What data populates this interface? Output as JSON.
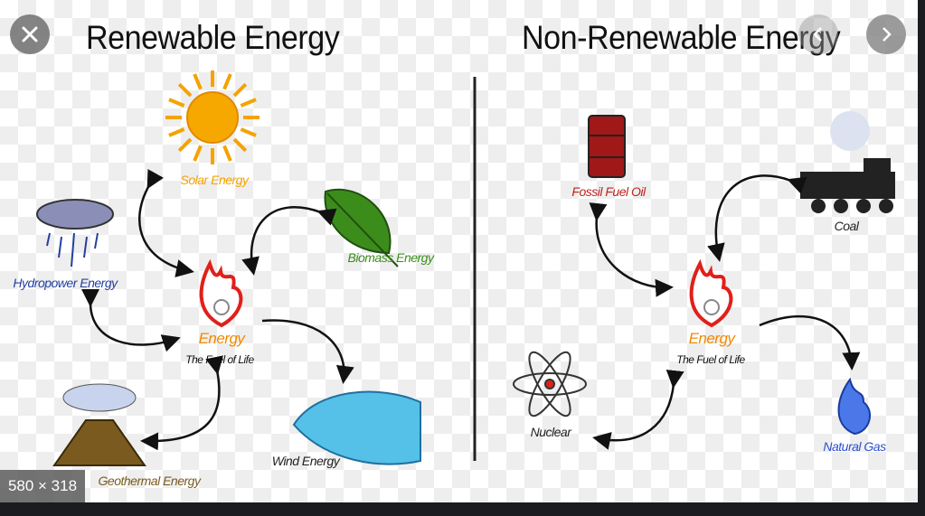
{
  "viewer": {
    "image_size": "580 × 318",
    "close_icon": "close-icon",
    "prev_icon": "chevron-left-icon",
    "next_icon": "chevron-right-icon"
  },
  "diagram": {
    "renewable": {
      "title": "Renewable Energy",
      "center": {
        "label": "Energy",
        "sub": "The Fuel of Life"
      },
      "sources": [
        "Solar Energy",
        "Biomass Energy",
        "Hydropower Energy",
        "Geothermal Energy",
        "Wind Energy"
      ]
    },
    "nonrenewable": {
      "title": "Non-Renewable Energy",
      "center": {
        "label": "Energy",
        "sub": "The Fuel of Life"
      },
      "sources": [
        "Fossil Fuel Oil",
        "Coal",
        "Nuclear",
        "Natural Gas"
      ]
    }
  },
  "colors": {
    "solar": "#f4a300",
    "biomass": "#3c8c1c",
    "hydro": "#2340a0",
    "geo": "#7a5a1e",
    "fossil": "#c0201a",
    "gas": "#2a50d0",
    "energy": "#f08a00"
  }
}
